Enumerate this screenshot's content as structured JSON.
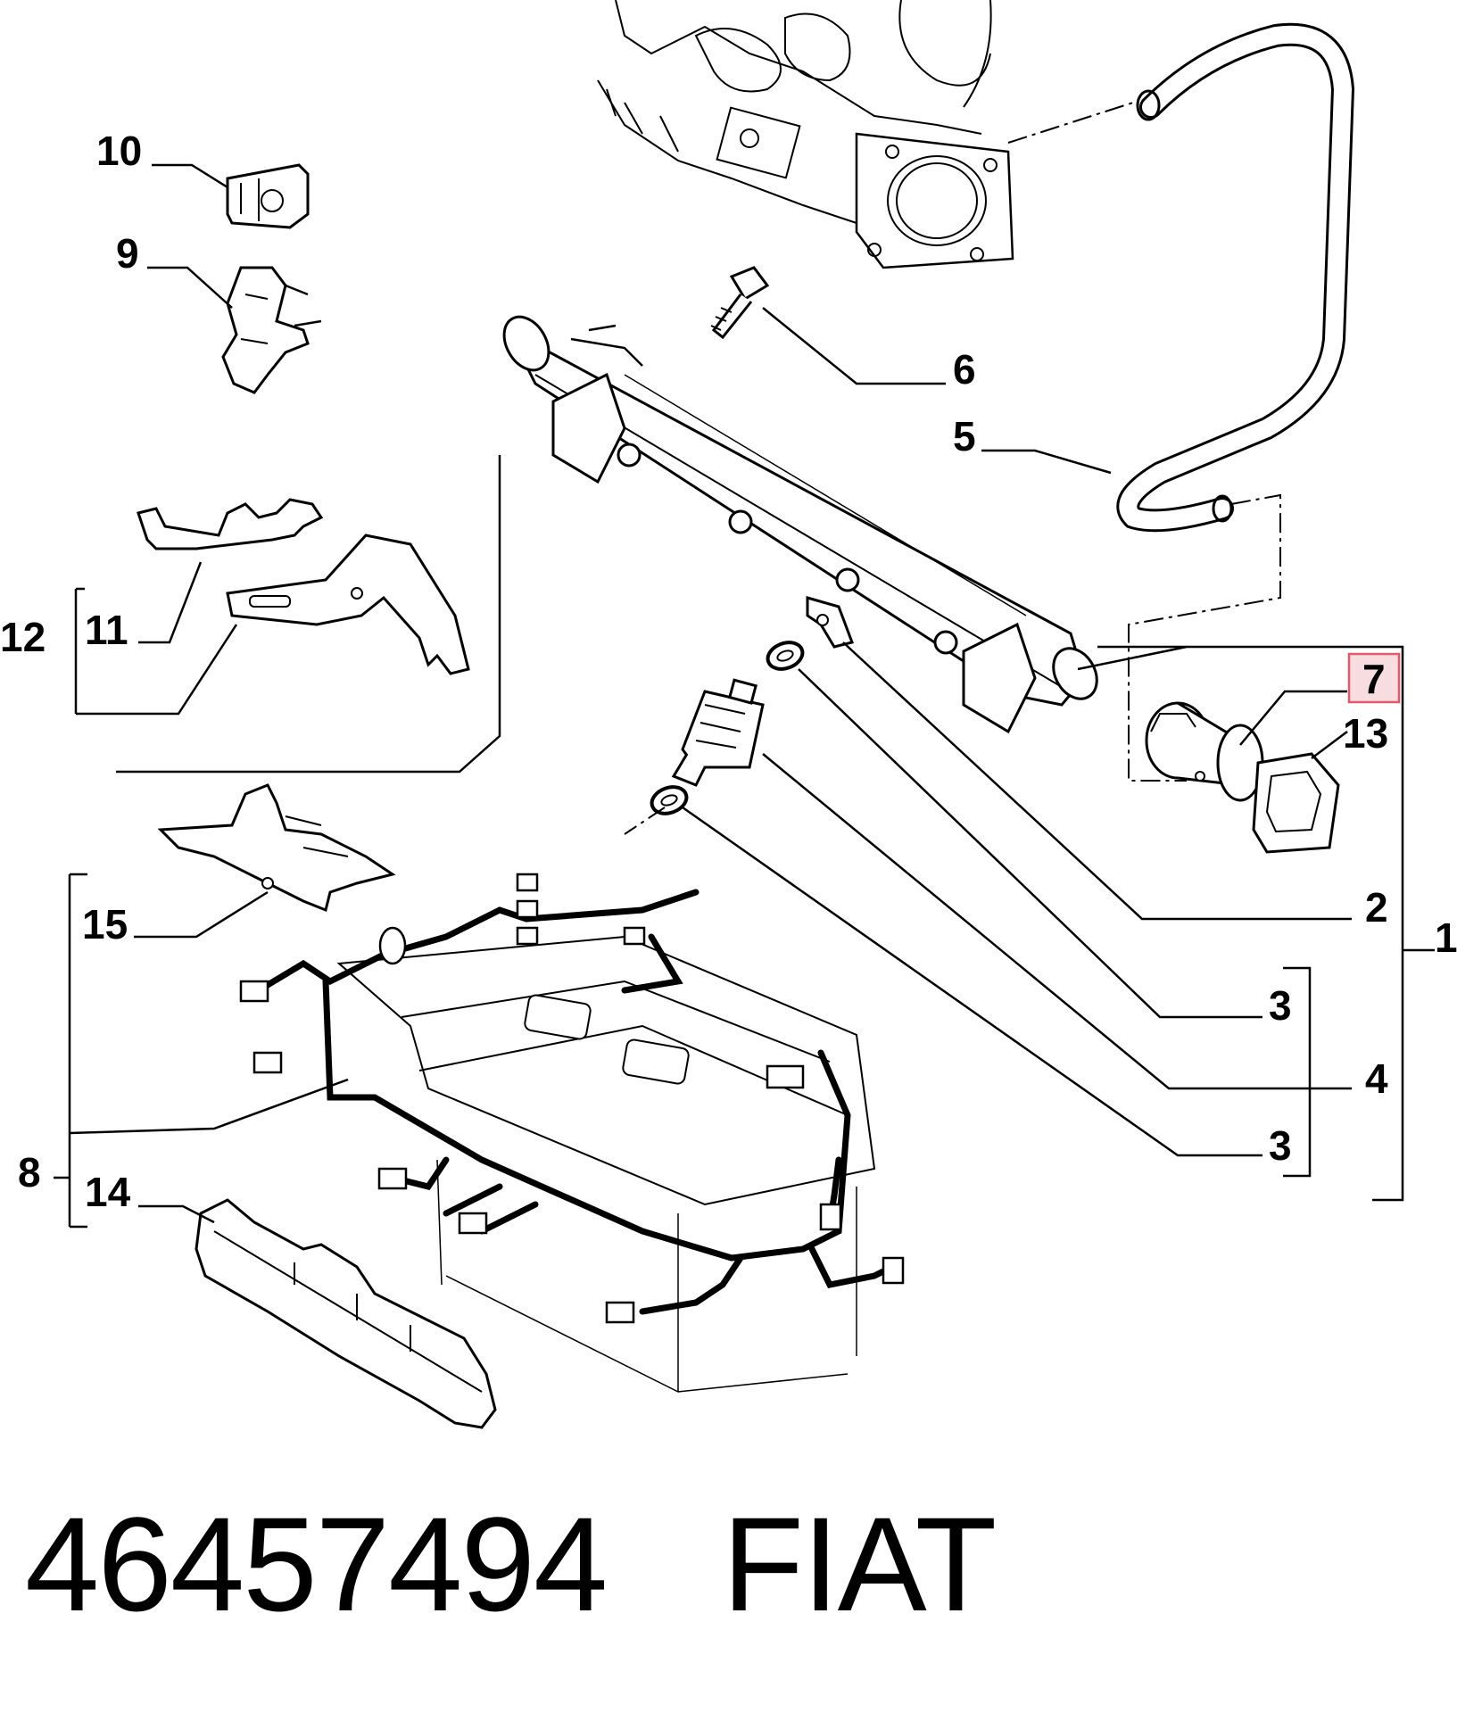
{
  "callouts": {
    "c1": "1",
    "c2": "2",
    "c3a": "3",
    "c3b": "3",
    "c4": "4",
    "c5": "5",
    "c6": "6",
    "c7": "7",
    "c8": "8",
    "c9": "9",
    "c10": "10",
    "c11": "11",
    "c12": "12",
    "c13": "13",
    "c14": "14",
    "c15": "15"
  },
  "highlight": {
    "callout": "7",
    "stroke": "#e05a6a",
    "fill": "#f7dde0"
  },
  "caption": {
    "part_number": "46457494",
    "brand": "FIAT"
  },
  "colors": {
    "line": "#000000",
    "background": "#ffffff"
  }
}
